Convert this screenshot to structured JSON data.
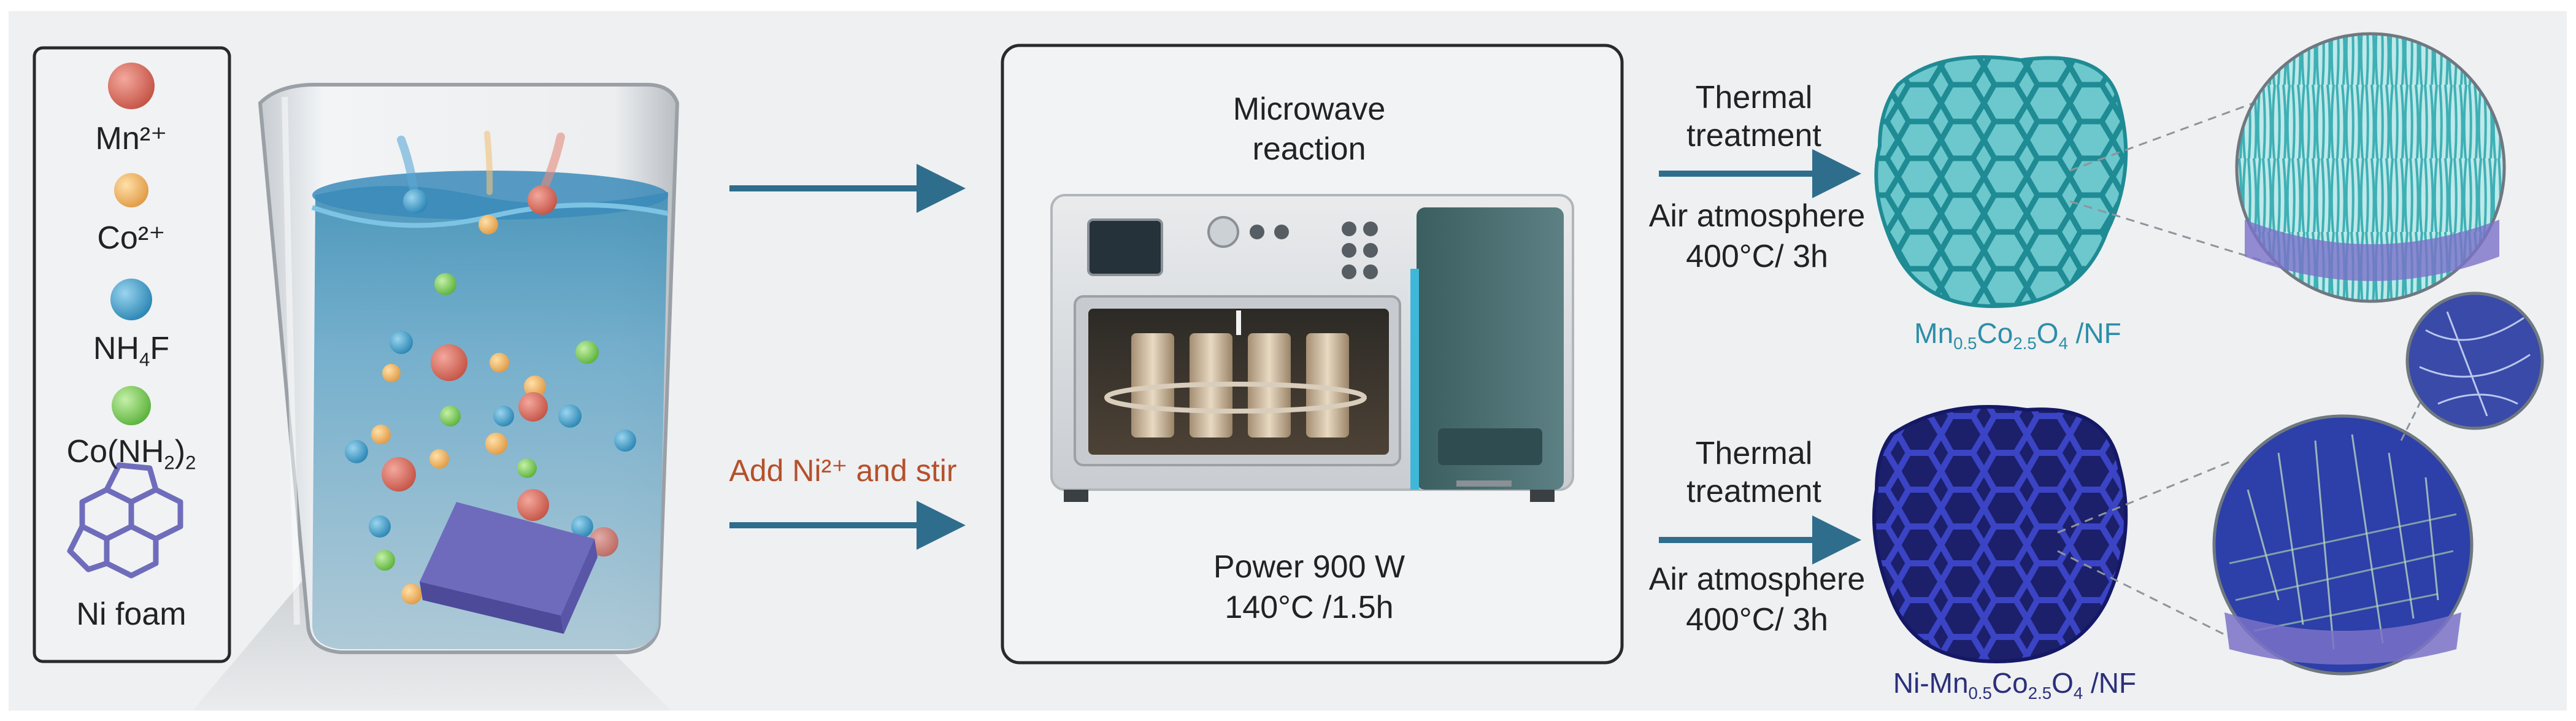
{
  "legend": {
    "mn": "Mn²⁺",
    "co": "Co²⁺",
    "nh4f_main": "NH",
    "nh4f_sub": "4",
    "nh4f_tail": "F",
    "urea_main": "Co(NH",
    "urea_sub": "2",
    "urea_tail": ")",
    "urea_sub2": "2",
    "foam": "Ni foam"
  },
  "arrow_label_add": "Add Ni²⁺ and stir",
  "microwave": {
    "title_line1": "Microwave",
    "title_line2": "reaction",
    "power": "Power 900 W",
    "condition": "140°C /1.5h"
  },
  "top_branch": {
    "treat_line1": "Thermal",
    "treat_line2": "treatment",
    "atm": "Air atmosphere",
    "cond": "400°C/ 3h",
    "product": {
      "p1": "Mn",
      "s1": "0.5",
      "p2": "Co",
      "s2": "2.5",
      "p3": "O",
      "s3": "4",
      "p4": " /NF"
    }
  },
  "bottom_branch": {
    "treat_line1": "Thermal",
    "treat_line2": "treatment",
    "atm": "Air atmosphere",
    "cond": "400°C/ 3h",
    "product": {
      "p1": "Ni-Mn",
      "s1": "0.5",
      "p2": "Co",
      "s2": "2.5",
      "p3": "O",
      "s3": "4",
      "p4": " /NF"
    }
  },
  "colors": {
    "mn_ion": "#d96b5e",
    "co_ion": "#f2b66a",
    "nh4f": "#3fa0cc",
    "urea": "#7ccd5a",
    "foam": "#8a88cc",
    "arrow": "#2f6d8c",
    "add_label": "#b5502a",
    "product_top": "#2d8ea8",
    "product_bottom": "#2b2f7a",
    "top_foam": "#3aa7ae",
    "bottom_foam": "#232a8a"
  }
}
